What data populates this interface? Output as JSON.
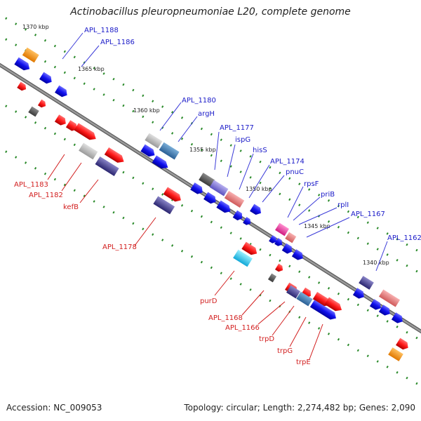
{
  "title": "Actinobacillus pleuropneumoniae L20, complete genome",
  "footer": {
    "accession": "Accession: NC_009053",
    "info": "Topology: circular; Length: 2,274,482 bp; Genes: 2,090"
  },
  "colors": {
    "forward_gene": "#ff1a1a",
    "reverse_gene": "#1010ee",
    "forward_label": "#d21e1e",
    "reverse_label": "#1a1ac8",
    "backbone": "#8a8a8a",
    "tick": "#2a8a2a"
  },
  "ruler_labels": [
    "1370 kbp",
    "1365 kbp",
    "1360 kbp",
    "1355 kbp",
    "1350 kbp",
    "1345 kbp",
    "1340 kbp"
  ],
  "gene_labels_reverse": [
    "APL_1188",
    "APL_1186",
    "APL_1180",
    "argH",
    "APL_1177",
    "ispG",
    "hisS",
    "APL_1174",
    "pnuC",
    "rpsF",
    "priB",
    "rplI",
    "APL_1167",
    "APL_1162"
  ],
  "gene_labels_forward": [
    "APL_1183",
    "APL_1182",
    "kefB",
    "APL_1178",
    "purD",
    "APL_1168",
    "APL_1166",
    "trpD",
    "trpG",
    "trpE"
  ]
}
